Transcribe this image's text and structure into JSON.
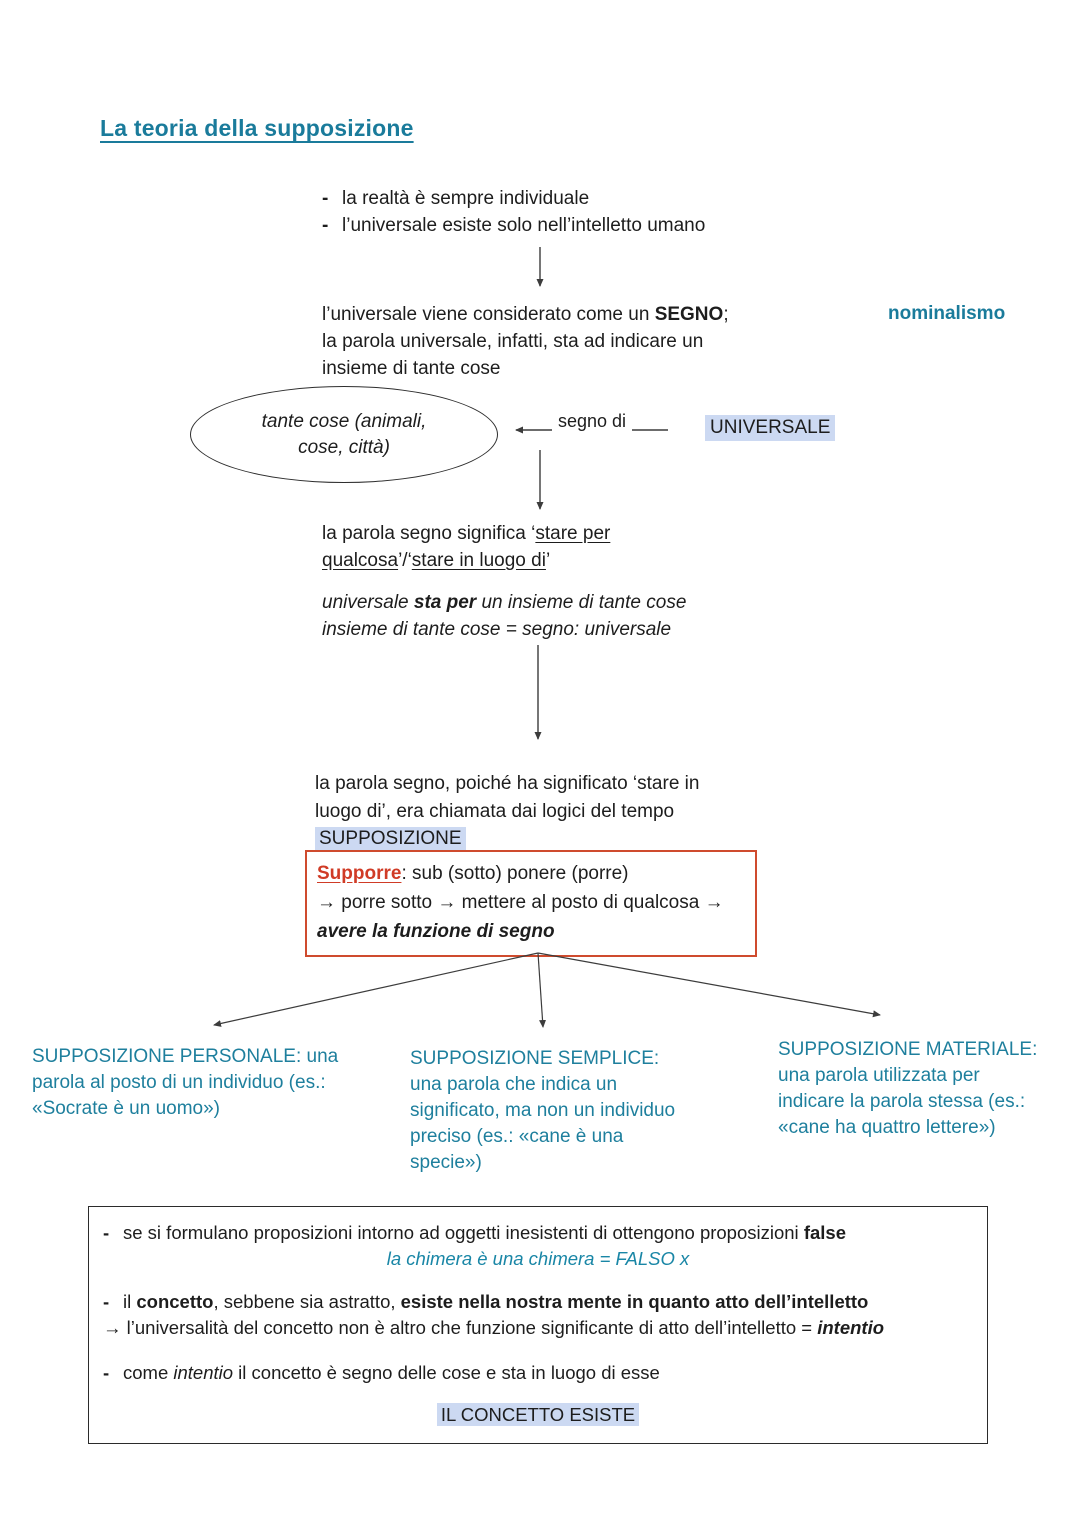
{
  "bullet_char": "-",
  "title": "La teoria della supposizione",
  "premises": [
    [
      {
        "t": "la realtà è sempre individuale"
      }
    ],
    [
      {
        "t": "l’universale esiste solo nell’intelletto umano"
      }
    ]
  ],
  "nominalismo": "nominalismo",
  "sign_block": [
    [
      {
        "t": "l’universale viene considerato come un "
      },
      {
        "t": "SEGNO",
        "c": "b"
      },
      {
        "t": ";"
      }
    ],
    [
      {
        "t": "la parola universale, infatti, sta ad indicare un"
      }
    ],
    [
      {
        "t": "insieme di tante cose"
      }
    ]
  ],
  "ellipse": {
    "line1": "tante cose (animali,",
    "line2": "cose, città)"
  },
  "segno_di": "segno di",
  "universale": "UNIVERSALE",
  "segno_meaning": [
    [
      {
        "t": "la parola segno significa ‘"
      },
      {
        "t": "stare per",
        "c": "u"
      }
    ],
    [
      {
        "t": "qualcosa",
        "c": "u"
      },
      {
        "t": "’/‘"
      },
      {
        "t": "stare in luogo di",
        "c": "u"
      },
      {
        "t": "’"
      }
    ]
  ],
  "sta_per": [
    [
      {
        "t": "universale ",
        "c": "i"
      },
      {
        "t": "sta per",
        "c": "bi"
      },
      {
        "t": " un insieme di tante cose",
        "c": "i"
      }
    ],
    [
      {
        "t": "insieme di tante cose = segno: universale",
        "c": "i"
      }
    ]
  ],
  "supposizione_block": [
    [
      {
        "t": "la parola segno, poiché ha significato ‘stare in"
      }
    ],
    [
      {
        "t": "luogo di’, era chiamata dai logici del tempo"
      }
    ],
    [
      {
        "t": "SUPPOSIZIONE",
        "c": "hl"
      }
    ]
  ],
  "supporre_box": [
    [
      {
        "t": "Supporre",
        "c": "red-u"
      },
      {
        "t": ": sub (sotto) ponere (porre)"
      }
    ],
    [
      {
        "t": "→ porre sotto → mettere al posto di qualcosa →"
      }
    ],
    [
      {
        "t": "avere la funzione di segno",
        "c": "bi"
      }
    ]
  ],
  "branches": [
    {
      "lines": [
        "SUPPOSIZIONE PERSONALE: una",
        "parola al posto di un individuo (es.:",
        "«Socrate è un uomo»)"
      ]
    },
    {
      "lines": [
        "SUPPOSIZIONE SEMPLICE:",
        "una parola che indica un",
        "significato, ma non un individuo",
        "preciso (es.: «cane è una",
        "specie»)"
      ]
    },
    {
      "lines": [
        "SUPPOSIZIONE MATERIALE:",
        "una parola utilizzata per",
        "indicare la parola stessa (es.:",
        "«cane ha quattro lettere»)"
      ]
    }
  ],
  "bottom_box": {
    "row1": [
      {
        "t": "se si formulano proposizioni intorno ad oggetti inesistenti di ottengono proposizioni "
      },
      {
        "t": "false",
        "c": "b"
      }
    ],
    "row2": [
      {
        "t": "la chimera è una chimera = FALSO x",
        "c": "teal-i"
      }
    ],
    "row3": [
      {
        "t": "il "
      },
      {
        "t": "concetto",
        "c": "b"
      },
      {
        "t": ", sebbene sia astratto, "
      },
      {
        "t": "esiste nella nostra mente in quanto atto dell’intelletto",
        "c": "b"
      }
    ],
    "row4": [
      {
        "t": "→ l’universalità del concetto non è altro che funzione significante di atto dell’intelletto = "
      },
      {
        "t": "intentio",
        "c": "bi"
      }
    ],
    "row5": [
      {
        "t": "come "
      },
      {
        "t": "intentio",
        "c": "i"
      },
      {
        "t": " il concetto è segno delle cose e sta in luogo di esse"
      }
    ],
    "row6": [
      {
        "t": "IL CONCETTO ESISTE",
        "c": "hl"
      }
    ]
  }
}
